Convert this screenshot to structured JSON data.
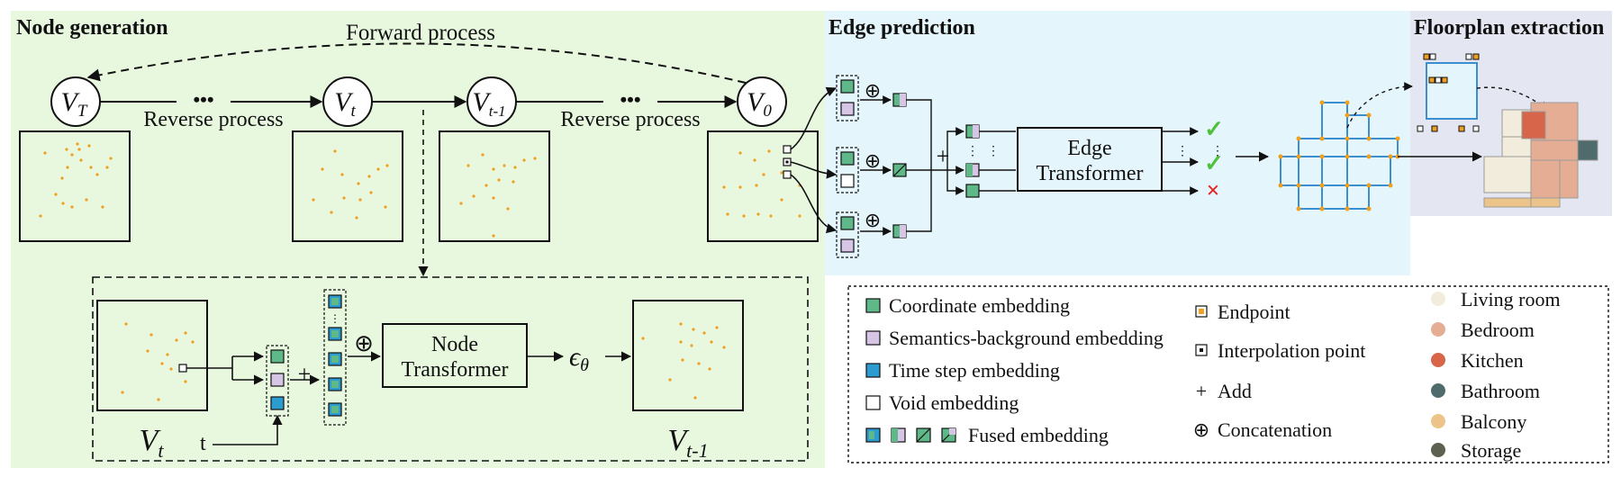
{
  "sections": {
    "node_generation": "Node generation",
    "edge_prediction": "Edge prediction",
    "floorplan_extraction": "Floorplan extraction"
  },
  "node_generation": {
    "forward_process": "Forward process",
    "reverse_process_1": "Reverse process",
    "reverse_process_2": "Reverse process",
    "dots_1": "•••",
    "dots_2": "•••",
    "v_t_upper_base": "V",
    "v_t_upper_sub": "T",
    "v_t_base": "V",
    "v_t_sub": "t",
    "v_t1_base": "V",
    "v_t1_sub": "t-1",
    "v_0_base": "V",
    "v_0_sub": "0",
    "inset_vt_base": "V",
    "inset_vt_sub": "t",
    "inset_vt1_base": "V",
    "inset_vt1_sub": "t-1",
    "t_label": "t",
    "plus": "+",
    "concat": "⊕",
    "node_transformer_line1": "Node",
    "node_transformer_line2": "Transformer",
    "epsilon_base": "ϵ",
    "epsilon_sub": "θ"
  },
  "edge_prediction": {
    "edge_transformer_line1": "Edge",
    "edge_transformer_line2": "Transformer",
    "plus": "+",
    "concat": "⊕",
    "check": "✓",
    "cross": "×"
  },
  "legend": {
    "left": [
      {
        "label": "Coordinate embedding",
        "icon": "coordinate-embedding-icon"
      },
      {
        "label": "Semantics-background embedding",
        "icon": "semantics-embedding-icon"
      },
      {
        "label": "Time step embedding",
        "icon": "timestep-embedding-icon"
      },
      {
        "label": "Void embedding",
        "icon": "void-embedding-icon"
      },
      {
        "label": "Fused embedding",
        "icon": "fused-embedding-icons"
      }
    ],
    "middle": [
      {
        "label": "Endpoint",
        "icon": "endpoint-icon"
      },
      {
        "label": "Interpolation point",
        "icon": "interpolation-point-icon"
      },
      {
        "label": "Add",
        "symbol": "+"
      },
      {
        "label": "Concatenation",
        "symbol": "⊕"
      }
    ],
    "rooms": [
      {
        "label": "Living room",
        "color": "#f1ecdc"
      },
      {
        "label": "Bedroom",
        "color": "#e4ad94"
      },
      {
        "label": "Kitchen",
        "color": "#d6654a"
      },
      {
        "label": "Bathroom",
        "color": "#4f6b6b"
      },
      {
        "label": "Balcony",
        "color": "#ecc489"
      },
      {
        "label": "Storage",
        "color": "#5d6150"
      }
    ]
  },
  "colors": {
    "node_bg": "#e8f8df",
    "edge_bg": "#e4f5fb",
    "floor_bg": "#e4e7f1",
    "coordinate": "#5fb888",
    "semantics": "#d7c5e6",
    "timestep": "#2b9bd0",
    "dot": "#f0a020",
    "graph_line": "#3b8fd0",
    "check": "#4ec13a",
    "cross": "#e52222"
  }
}
